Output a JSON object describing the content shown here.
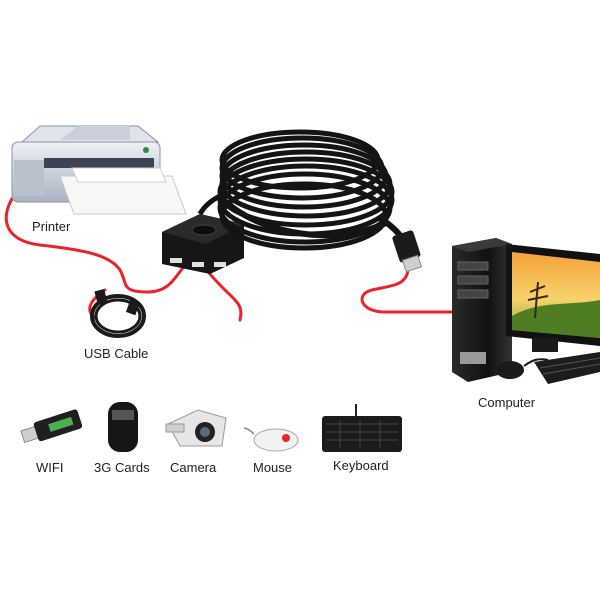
{
  "labels": {
    "printer": "Printer",
    "usb_cable": "USB Cable",
    "computer": "Computer",
    "wifi": "WIFI",
    "cards_3g": "3G Cards",
    "camera": "Camera",
    "mouse": "Mouse",
    "keyboard": "Keyboard"
  },
  "colors": {
    "cable_red": "#e8232b",
    "device_black": "#1a1a1a",
    "background": "#ffffff"
  },
  "icons": [
    "printer-icon",
    "usb-hub-icon",
    "coiled-cable-icon",
    "usb-plug-icon",
    "coiled-usb-cable-icon",
    "computer-tower-icon",
    "monitor-icon",
    "keyboard-icon",
    "mouse-icon",
    "wifi-dongle-icon",
    "3g-card-icon",
    "camera-icon"
  ]
}
